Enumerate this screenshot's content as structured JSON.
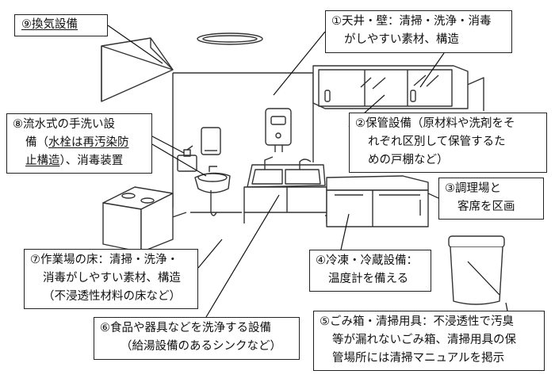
{
  "labels": {
    "l9": "⑨換気設備",
    "l1": [
      "①天井・壁：清掃・洗浄・消毒",
      "がしやすい素材、構造"
    ],
    "l8": {
      "line1": "⑧流水式の手洗い設",
      "line2_pre": "備（",
      "line2_ul": "水栓は再汚染防",
      "line3_ul": "止構造",
      "line3_post": "）、消毒装置"
    },
    "l2": [
      "②保管設備（原材料や洗剤をそ",
      "れぞれ区別して保管するた",
      "めの戸棚など）"
    ],
    "l3": [
      "③調理場と",
      "客席を区画"
    ],
    "l7": [
      "⑦作業場の床：清掃・洗浄・",
      "消毒がしやすい素材、構造",
      "（不浸透性材料の床など）"
    ],
    "l4": [
      "④冷凍・冷蔵設備：",
      "温度計を備える"
    ],
    "l6": [
      "⑥食品や器具などを洗浄する設備",
      "（給湯設備のあるシンクなど）"
    ],
    "l5": [
      "⑤ごみ箱・清掃用具：不浸透性で汚臭",
      "等が漏れないごみ箱、清掃用具の保",
      "管場所には清掃マニュアルを掲示"
    ]
  }
}
